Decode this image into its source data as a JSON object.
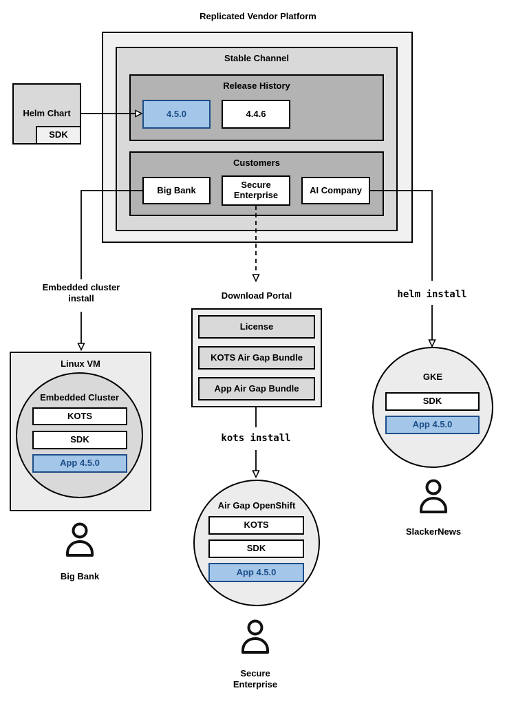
{
  "colors": {
    "highlight_fill": "#a4c6e8",
    "highlight_border": "#1c4e89",
    "highlight_text": "#1c4e89",
    "section_light": "#f1f1f1",
    "section_mid": "#d9d9d9",
    "section_dark": "#b3b3b3"
  },
  "platform": {
    "title": "Replicated Vendor Platform",
    "stable_channel": "Stable Channel",
    "release_history": "Release History",
    "releases": [
      "4.5.0",
      "4.4.6"
    ],
    "customers_label": "Customers",
    "customers": [
      "Big Bank",
      "Secure Enterprise",
      "AI Company"
    ]
  },
  "helm_chart": {
    "label": "Helm Chart",
    "sdk": "SDK"
  },
  "edges": {
    "embedded_cluster_install": "Embedded cluster install",
    "kots_install": "kots install",
    "helm_install": "helm install"
  },
  "download_portal": {
    "title": "Download Portal",
    "items": [
      "License",
      "KOTS Air Gap Bundle",
      "App Air Gap Bundle"
    ]
  },
  "linux_vm": {
    "title": "Linux VM",
    "cluster_label": "Embedded Cluster",
    "components": [
      "KOTS",
      "SDK",
      "App 4.5.0"
    ]
  },
  "openshift": {
    "title": "Air Gap OpenShift",
    "components": [
      "KOTS",
      "SDK",
      "App 4.5.0"
    ]
  },
  "gke": {
    "title": "GKE",
    "components": [
      "SDK",
      "App 4.5.0"
    ]
  },
  "users": {
    "big_bank": "Big Bank",
    "secure_enterprise": "Secure Enterprise",
    "slackernews": "SlackerNews"
  }
}
